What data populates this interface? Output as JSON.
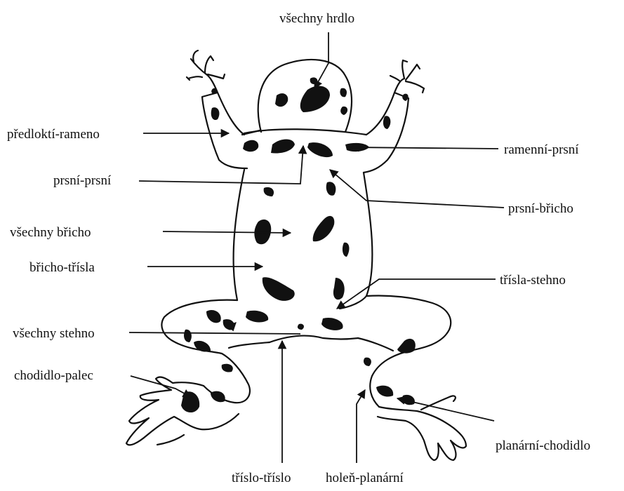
{
  "diagram": {
    "colors": {
      "ink": "#111111",
      "paper": "#ffffff"
    },
    "labels": {
      "throat": "všechny hrdlo",
      "forearm_arm": "předloktí-rameno",
      "humeral_pectoral": "ramenní-prsní",
      "pectoral_pectoral": "prsní-prsní",
      "pectoral_abdomen": "prsní-břicho",
      "abdomen": "všechny břicho",
      "abdomen_groin": "břicho-třísla",
      "groin_thigh": "třísla-stehno",
      "thigh": "všechny stehno",
      "sole_toe": "chodidlo-palec",
      "plantar_sole": "planární-chodidlo",
      "groin_groin": "třísl​o-třísl​o",
      "shin_plantar": "holeň-planární"
    }
  }
}
